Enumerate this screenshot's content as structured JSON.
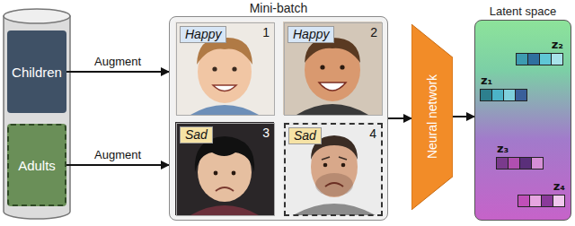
{
  "diagram": {
    "nodes": [
      {
        "text": [
          "Children"
        ]
      },
      {
        "text": [
          "Adults"
        ]
      },
      {
        "text": [
          "Mini-batch"
        ]
      },
      {
        "text": [
          "Happy",
          "1"
        ],
        "in": 2
      },
      {
        "text": [
          "Happy",
          "2"
        ],
        "in": 2
      },
      {
        "text": [
          "Sad",
          "3"
        ],
        "in": 2
      },
      {
        "text": [
          "Sad",
          "4"
        ],
        "in": 2
      },
      {
        "text": [
          "Neural network"
        ]
      },
      {
        "text": [
          "Latent space"
        ]
      },
      {
        "text": [
          "z₂"
        ],
        "in": 8
      },
      {
        "text": [
          "z₁"
        ],
        "in": 8
      },
      {
        "text": [
          "z₃"
        ],
        "in": 8
      },
      {
        "text": [
          "z₄"
        ],
        "in": 8
      }
    ],
    "edges": [
      {
        "from": 0,
        "to": 2,
        "label": "Augment",
        "arrow": "to"
      },
      {
        "from": 1,
        "to": 2,
        "label": "Augment",
        "arrow": "to"
      },
      {
        "from": 2,
        "to": 7,
        "arrow": "to"
      },
      {
        "from": 7,
        "to": 8,
        "arrow": "to"
      }
    ]
  }
}
